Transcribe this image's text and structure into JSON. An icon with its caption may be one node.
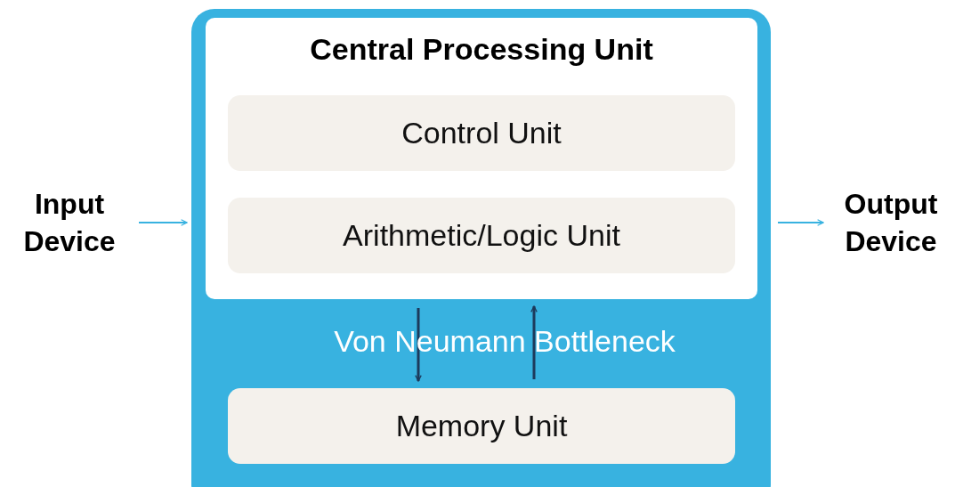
{
  "diagram": {
    "nodes": [
      {
        "text": [],
        "shape": "box"
      },
      {
        "text": [
          "Central Processing Unit"
        ],
        "in": 0
      },
      {
        "text": [
          "Control Unit"
        ],
        "in": 1
      },
      {
        "text": [
          "Arithmetic/Logic Unit"
        ],
        "in": 1
      },
      {
        "text": [
          "Memory Unit"
        ],
        "in": 0
      },
      {
        "text": [
          "Input Device"
        ]
      },
      {
        "text": [
          "Output Device"
        ]
      }
    ],
    "edges": [
      {
        "from": 5,
        "to": 0,
        "arrow": "to"
      },
      {
        "from": 0,
        "to": 6,
        "arrow": "to"
      },
      {
        "from": 1,
        "to": 4,
        "arrow": "to",
        "color": "#1d3a5c"
      },
      {
        "from": 4,
        "to": 1,
        "arrow": "to",
        "color": "#1d3a5c"
      }
    ],
    "labels": [
      "Von Neumann Bottleneck"
    ]
  }
}
